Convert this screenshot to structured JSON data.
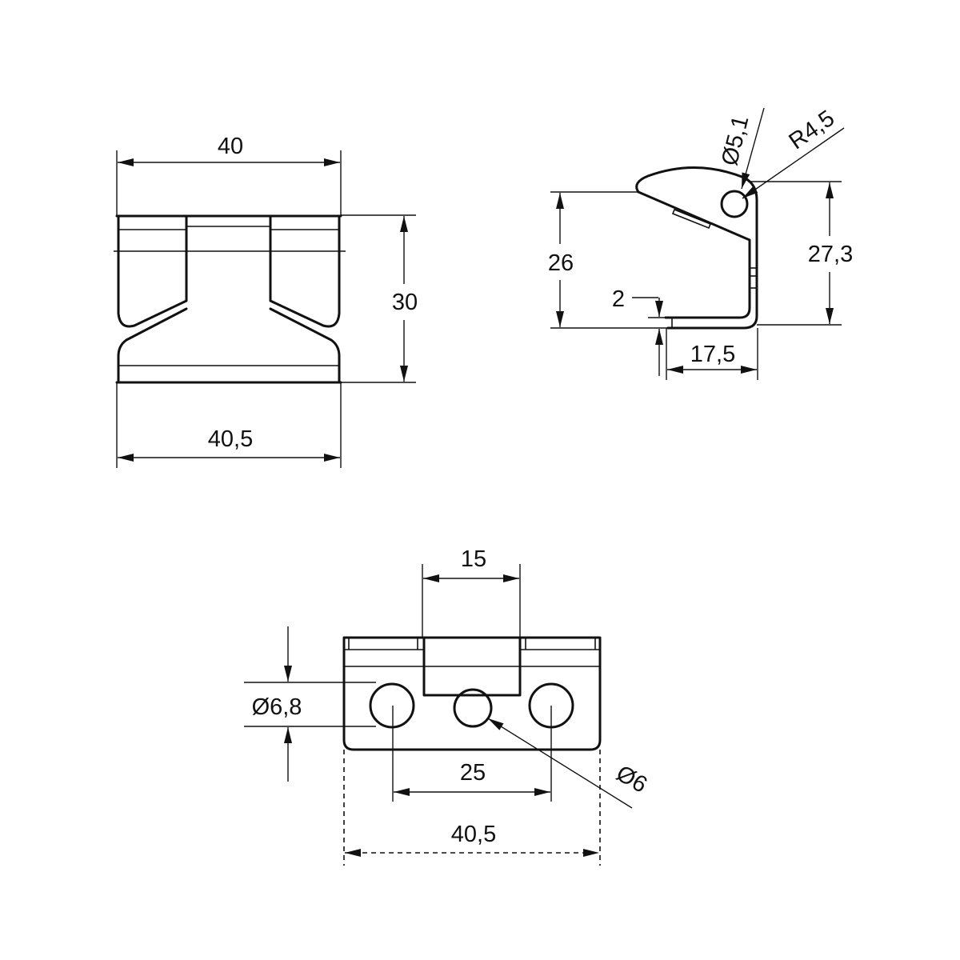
{
  "front_view": {
    "dim_top_width": "40",
    "dim_height": "30",
    "dim_bottom_width": "40,5"
  },
  "side_view": {
    "dim_hole_diameter": "Ø5,1",
    "dim_radius": "R4,5",
    "dim_height_left": "26",
    "dim_height_right": "27,3",
    "dim_thickness": "2",
    "dim_base_length": "17,5"
  },
  "bottom_view": {
    "dim_tab_width": "15",
    "dim_outer_hole_diameter": "Ø6,8",
    "dim_hole_spacing": "25",
    "dim_center_hole_diameter": "Ø6",
    "dim_total_width": "40,5"
  }
}
